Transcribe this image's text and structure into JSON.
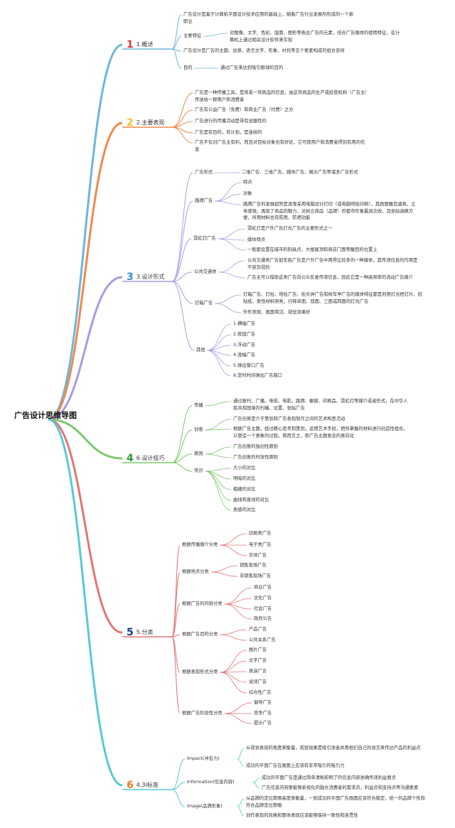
{
  "root": "广告设计思维导图",
  "colors": {
    "s1": "#6cb6df",
    "s2": "#ef8a4c",
    "s3": "#a89ce3",
    "s4": "#7bc86b",
    "s5": "#e27575",
    "s6": "#58c9d6",
    "n1": "#e0303a",
    "n2": "#f2c230",
    "n3": "#3a8fd6",
    "n4": "#2f9a36",
    "n5": "#1a3b86",
    "n6": "#ef7a1e"
  },
  "sections": [
    {
      "num": "1",
      "label": "1.概述",
      "items": [
        "广告设计是基于计算机平面设计技术应用的基础上，随着广告行业发展所形成的一个新职业",
        "主要特征",
        "对图像、文字、色彩、版面、图形等表达广告的元素，结合广告媒体的使用特征，在计算机上通过相关设计软件来实现",
        "广告设计是广告的主题、创意、语言文字、形象、衬托等五个要素构成的组合安排",
        "目的",
        "通过广告来达到吸引眼球的目的"
      ]
    },
    {
      "num": "2",
      "label": "2.主要表现",
      "items": [
        "广告是一种传播工具，是将某一项商品的信息，由这项商品的生产或经营机构（广告主）传送给一群用户和消费者",
        "广告有公益广告（免费）和商业广告（付费）之分",
        "广告进行的传播活动是带有说服性的",
        "广告是有目的，有计划，是连续的",
        "广告不仅对广告主有利，而且对目标对象也有好处，它可使用户和消费者得到有用的信息"
      ]
    },
    {
      "num": "3",
      "label": "3.设计形式",
      "items": [
        "广告形式",
        "二维广告、三维广告、媒体广告、展示广告等诸多广告形式",
        "路牌广告",
        "特点",
        "对象",
        "路牌广告的发展趋势是逐渐采用电脑设计打印（或电脑喷绘印刷），其画面醒目逼真，立体感强，再现了商品的魅力，对树立商品（品牌）的都市形象最具功效，且坐贴调换方便，所用材料也有防雨、防晒功能",
        "霓虹灯广告",
        "霓虹灯是户外广告灯光广告的主要形式之一",
        "媒体特点",
        "一般都设置在城市的制高点，大楼屋顶和商店门面等醒目的位置上",
        "公共交通类",
        "公共交通类广告如车船广告是户外广告中用得比较多的一种媒体，其传递信息的作用是不容忽视的",
        "广告主可以借助这类广告向公众反复传递信息，因此它是一种高频率的流动广告媒介",
        "灯箱广告",
        "灯箱广告、灯柱、塔柱广告、街头钟广告和候车亭广告的媒体特征都是利用灯光把灯片、招贴纸、柔性材料照亮，行释单面、双面、三面或四面的灯光广告",
        "外形美观、画面简洁、视觉效果好",
        "其他",
        "1.横幅广告",
        "2.按钮广告",
        "3.浮动广告",
        "4.竖幅广告",
        "5.弹出窗口广告",
        "6.定时时间弹出广告窗口"
      ]
    },
    {
      "num": "4",
      "label": "6.设计技巧",
      "items": [
        "传播",
        "通过报刊、广播、电视、电影、路牌、橱窗、印刷品、霓虹灯等媒介或者形式，在中华人民共和国境内刊播、设置、张贴广告",
        "创意",
        "广告创意是介于策划和广告表现制作之间的艺术构思活动",
        "根据广告主题，经过精心思考和策划，运用艺术手段，把所掌握的材料进行创造性组合，以塑造一个意象的过程。简而言之，即广告主题意念的意向化",
        "原则",
        "广告创意的独创性原则",
        "广告创意的时效性原则",
        "常识",
        "大小的对比",
        "明暗的对比",
        "粗细的对比",
        "曲线和直线的对比",
        "质感的对比"
      ]
    },
    {
      "num": "5",
      "label": "5.分类",
      "items": [
        "根据传播媒介分类",
        "印刷类广告",
        "电子类广告",
        "实体广告",
        "根据地点分类",
        "销售现场广告",
        "非销售现场广告",
        "根据广告的内容分类",
        "商业广告",
        "文化广告",
        "社会广告",
        "政府公告",
        "根据广告目的分类",
        "产品广告",
        "公共关系广告",
        "根据表现形式分类",
        "图片广告",
        "文字广告",
        "表演广告",
        "说词广告",
        "综合性广告",
        "根据广告阶段性分类",
        "倡导广告",
        "竞争广告",
        "提示广告"
      ]
    },
    {
      "num": "6",
      "label": "4.3i标准",
      "items": [
        "Impact(冲击力)",
        "从视觉表现的角度来衡量，视觉效果是吸引读者并用他们自己的语言来传达产品的利益点",
        "成功的平面广告在画面上应该有非常吸引的吸引力",
        "Information(信息内容)",
        "成功的平面广告是通过简单清晰和明了的信息内容准确传递利益要点",
        "广告信息内容要能够系统化的融合消费者的需求点，利益点和支持点等沟通要素",
        "Image(品牌形象)",
        "从品牌的定位策略高度来衡量，一则成功的平面广告画面应该符合稳定，统一的品牌个性和符合品牌定位策略",
        "创作表现的风格和整体表现应该能够保持一致性和连贯性"
      ]
    }
  ]
}
